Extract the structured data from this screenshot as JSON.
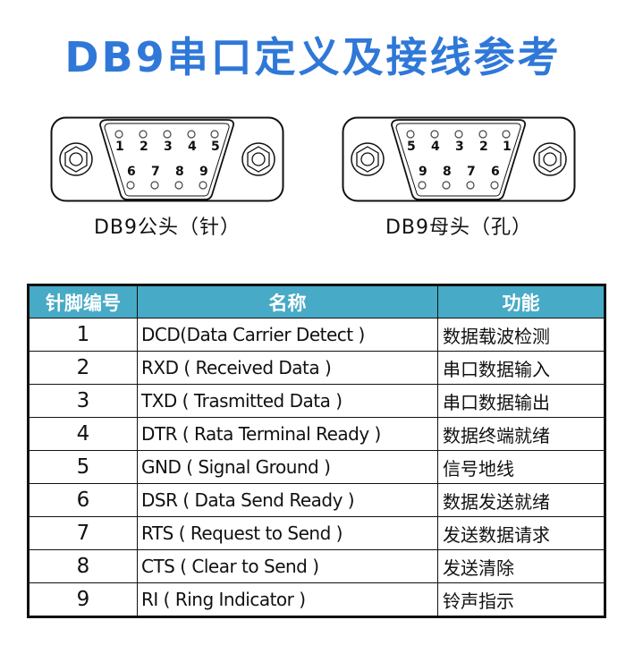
{
  "title": "DB9串口定义及接线参考",
  "connectors": [
    {
      "label": "DB9公头（针）",
      "type": "male",
      "top_row": [
        "1",
        "2",
        "3",
        "4",
        "5"
      ],
      "bottom_row": [
        "6",
        "7",
        "8",
        "9"
      ]
    },
    {
      "label": "DB9母头（孔）",
      "type": "female",
      "top_row": [
        "5",
        "4",
        "3",
        "2",
        "1"
      ],
      "bottom_row": [
        "9",
        "8",
        "7",
        "6"
      ]
    }
  ],
  "table": {
    "headers": [
      "针脚编号",
      "名称",
      "功能"
    ],
    "header_color": "#47aac6",
    "rows": [
      {
        "pin": "1",
        "name": "DCD(Data Carrier Detect )",
        "function": "数据载波检测"
      },
      {
        "pin": "2",
        "name": "RXD ( Received Data )",
        "function": "串口数据输入"
      },
      {
        "pin": "3",
        "name": "TXD ( Trasmitted Data )",
        "function": "串口数据输出"
      },
      {
        "pin": "4",
        "name": "DTR ( Rata Terminal Ready )",
        "function": "数据终端就绪"
      },
      {
        "pin": "5",
        "name": "GND ( Signal Ground )",
        "function": "信号地线"
      },
      {
        "pin": "6",
        "name": "DSR ( Data Send Ready )",
        "function": "数据发送就绪"
      },
      {
        "pin": "7",
        "name": "RTS ( Request to Send )",
        "function": "发送数据请求"
      },
      {
        "pin": "8",
        "name": "CTS ( Clear to Send )",
        "function": "发送清除"
      },
      {
        "pin": "9",
        "name": "RI ( Ring Indicator )",
        "function": "铃声指示"
      }
    ]
  },
  "colors": {
    "title": "#2f78d8",
    "header_bg": "#47aac6",
    "header_text": "#ffffff"
  }
}
